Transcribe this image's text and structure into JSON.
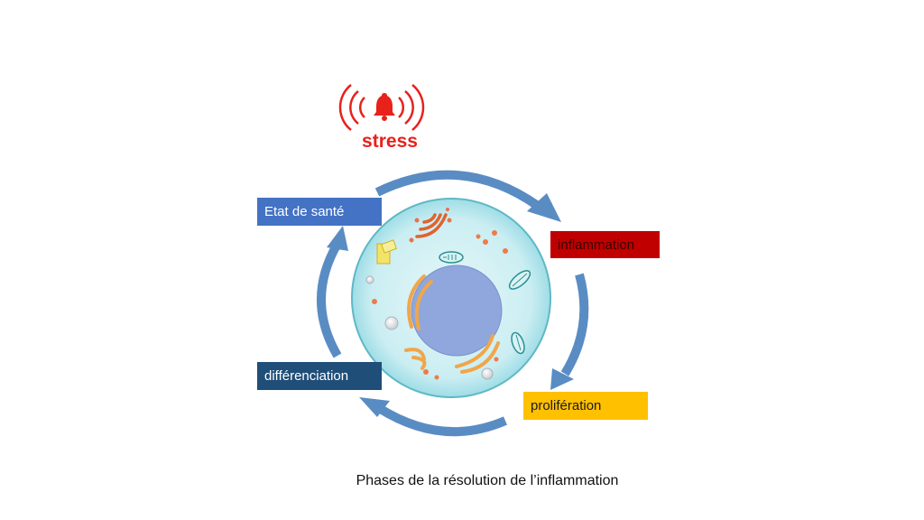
{
  "stress": {
    "label": "stress"
  },
  "stages": {
    "health": {
      "label": "Etat de santé"
    },
    "inflammation": {
      "label": "inflammation"
    },
    "proliferation": {
      "label": "prolifération"
    },
    "differentiation": {
      "label": "différenciation"
    }
  },
  "caption": "Phases de la résolution de l’inflammation",
  "colors": {
    "stress": "#e8211b",
    "arrow": "#5a8cc4",
    "health_box": "#4472c4",
    "inflammation_box": "#c00000",
    "proliferation_box": "#ffc000",
    "differentiation_box": "#1f4e79",
    "cell_cytoplasm": "#cfeef2",
    "cell_nucleus": "#8fa7dc"
  },
  "icons": {
    "alarm": "bell-icon",
    "cell": "animal-cell-illustration"
  }
}
